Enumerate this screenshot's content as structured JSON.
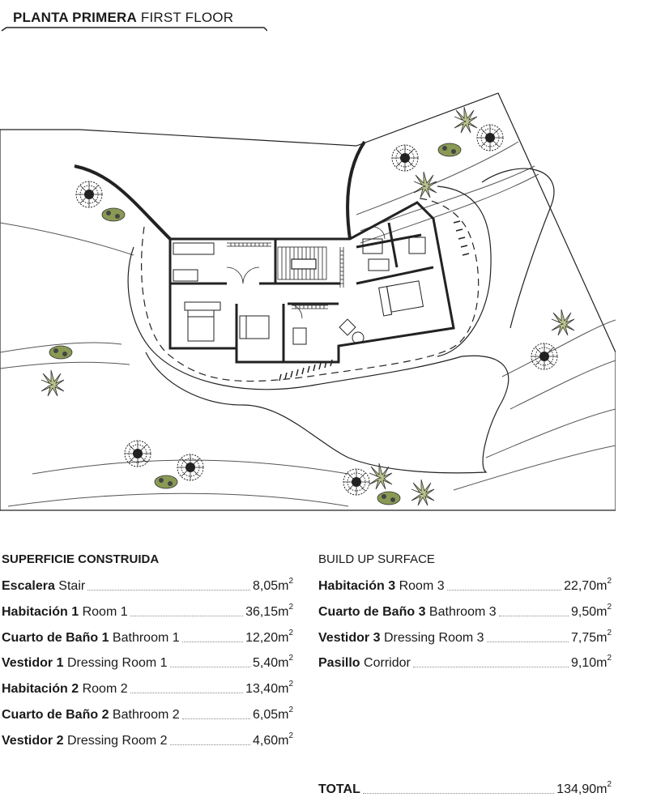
{
  "header": {
    "title_es": "PLANTA PRIMERA",
    "title_en": "FIRST FLOOR"
  },
  "surfaces": {
    "title_es": "SUPERFICIE CONSTRUIDA",
    "title_en": "BUILD UP SURFACE",
    "unit_sup": "2",
    "left": [
      {
        "es": "Escalera",
        "en": "Stair",
        "value": "8,05m"
      },
      {
        "es": "Habitación 1",
        "en": "Room 1",
        "value": "36,15m"
      },
      {
        "es": "Cuarto de Baño 1",
        "en": "Bathroom 1",
        "value": "12,20m"
      },
      {
        "es": "Vestidor 1",
        "en": "Dressing Room 1",
        "value": "5,40m"
      },
      {
        "es": "Habitación 2",
        "en": "Room 2",
        "value": "13,40m"
      },
      {
        "es": "Cuarto de Baño 2",
        "en": "Bathroom 2",
        "value": "6,05m"
      },
      {
        "es": "Vestidor 2",
        "en": "Dressing Room 2",
        "value": "4,60m"
      }
    ],
    "right": [
      {
        "es": "Habitación 3",
        "en": "Room 3",
        "value": "22,70m"
      },
      {
        "es": "Cuarto de Baño 3",
        "en": "Bathroom 3",
        "value": "9,50m"
      },
      {
        "es": "Vestidor 3",
        "en": "Dressing Room 3",
        "value": "7,75m"
      },
      {
        "es": "Pasillo",
        "en": "Corridor",
        "value": "9,10m"
      }
    ],
    "total_label": "TOTAL",
    "total_value": "134,90m"
  }
}
